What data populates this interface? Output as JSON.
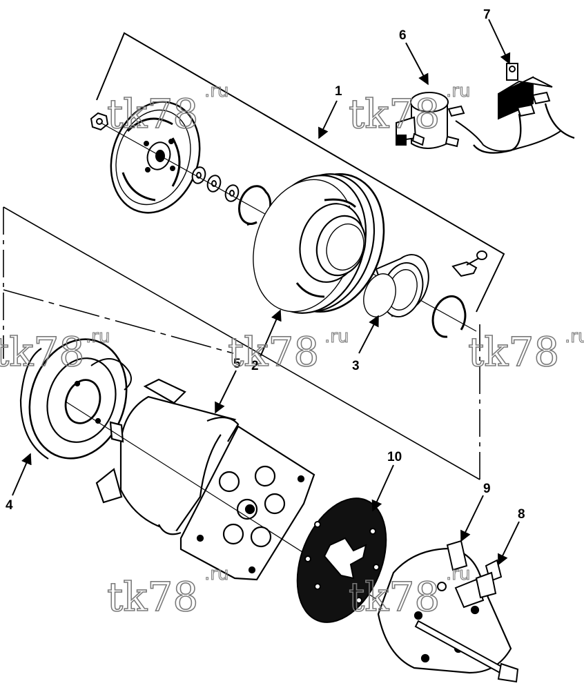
{
  "callouts": {
    "c1": "1",
    "c2": "2",
    "c3": "3",
    "c4": "4",
    "c5": "5",
    "c6": "6",
    "c7": "7",
    "c8": "8",
    "c9": "9",
    "c10": "10"
  },
  "watermark": {
    "main": "tk78",
    "suffix": ".ru"
  }
}
